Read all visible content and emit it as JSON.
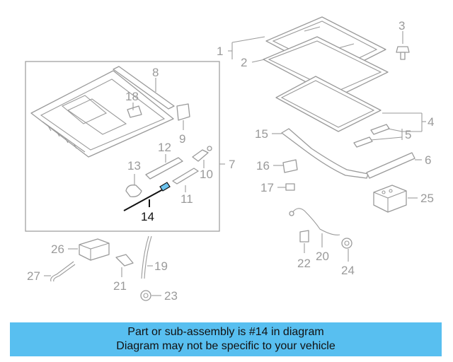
{
  "callouts": {
    "c1": "1",
    "c2": "2",
    "c3": "3",
    "c4": "4",
    "c5": "5",
    "c6": "6",
    "c7": "7",
    "c8": "8",
    "c9": "9",
    "c10": "10",
    "c11": "11",
    "c12": "12",
    "c13": "13",
    "c14": "14",
    "c15": "15",
    "c16": "16",
    "c17": "17",
    "c18": "18",
    "c19": "19",
    "c20": "20",
    "c21": "21",
    "c22": "22",
    "c23": "23",
    "c24": "24",
    "c25": "25",
    "c26": "26",
    "c27": "27"
  },
  "highlight_part": "14",
  "colors": {
    "banner_bg": "#58bff0",
    "highlight": "#6cc3ee",
    "line_gray": "#9a9a9a"
  },
  "banner": {
    "line1": "Part or sub-assembly is #14 in diagram",
    "line2": "Diagram may not be specific to your vehicle"
  }
}
